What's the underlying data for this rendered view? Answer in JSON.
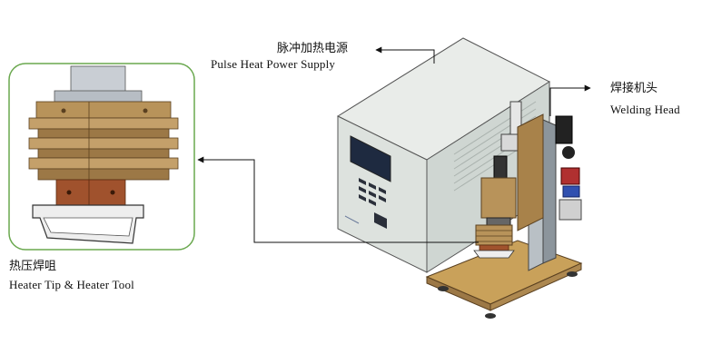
{
  "labels": {
    "power_supply": {
      "zh": "脉冲加热电源",
      "en": "Pulse Heat Power Supply"
    },
    "welding_head": {
      "zh": "焊接机头",
      "en": "Welding Head"
    },
    "heater_tip": {
      "zh": "热压焊咀",
      "en": "Heater Tip & Heater Tool"
    }
  },
  "colors": {
    "callout_border": "#6aa84f",
    "brass": "#b8935a",
    "brass_dark": "#8a6a3a",
    "copper": "#a0522d",
    "cabinet": "#d7ddd8",
    "screen": "#1e2a40",
    "base_plate": "#c9a15a"
  }
}
